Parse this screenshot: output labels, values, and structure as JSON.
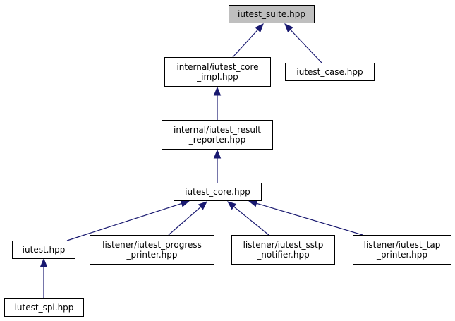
{
  "diagram": {
    "nodes": [
      {
        "id": "iutest_suite",
        "lines": [
          "iutest_suite.hpp"
        ],
        "highlighted": true
      },
      {
        "id": "core_impl",
        "lines": [
          "internal/iutest_core",
          "_impl.hpp"
        ]
      },
      {
        "id": "iutest_case",
        "lines": [
          "iutest_case.hpp"
        ]
      },
      {
        "id": "result_reporter",
        "lines": [
          "internal/iutest_result",
          "_reporter.hpp"
        ]
      },
      {
        "id": "iutest_core",
        "lines": [
          "iutest_core.hpp"
        ]
      },
      {
        "id": "iutest",
        "lines": [
          "iutest.hpp"
        ]
      },
      {
        "id": "progress_printer",
        "lines": [
          "listener/iutest_progress",
          "_printer.hpp"
        ]
      },
      {
        "id": "sstp_notifier",
        "lines": [
          "listener/iutest_sstp",
          "_notifier.hpp"
        ]
      },
      {
        "id": "tap_printer",
        "lines": [
          "listener/iutest_tap",
          "_printer.hpp"
        ]
      },
      {
        "id": "iutest_spi",
        "lines": [
          "iutest_spi.hpp"
        ]
      }
    ],
    "edges": [
      {
        "from": "core_impl",
        "to": "iutest_suite"
      },
      {
        "from": "iutest_case",
        "to": "iutest_suite"
      },
      {
        "from": "result_reporter",
        "to": "core_impl"
      },
      {
        "from": "iutest_core",
        "to": "result_reporter"
      },
      {
        "from": "iutest",
        "to": "iutest_core"
      },
      {
        "from": "progress_printer",
        "to": "iutest_core"
      },
      {
        "from": "sstp_notifier",
        "to": "iutest_core"
      },
      {
        "from": "tap_printer",
        "to": "iutest_core"
      },
      {
        "from": "iutest_spi",
        "to": "iutest"
      }
    ],
    "colors": {
      "edge": "#191970",
      "node_border": "#000000",
      "node_fill": "#ffffff",
      "highlight_fill": "#bfbfbf"
    }
  }
}
